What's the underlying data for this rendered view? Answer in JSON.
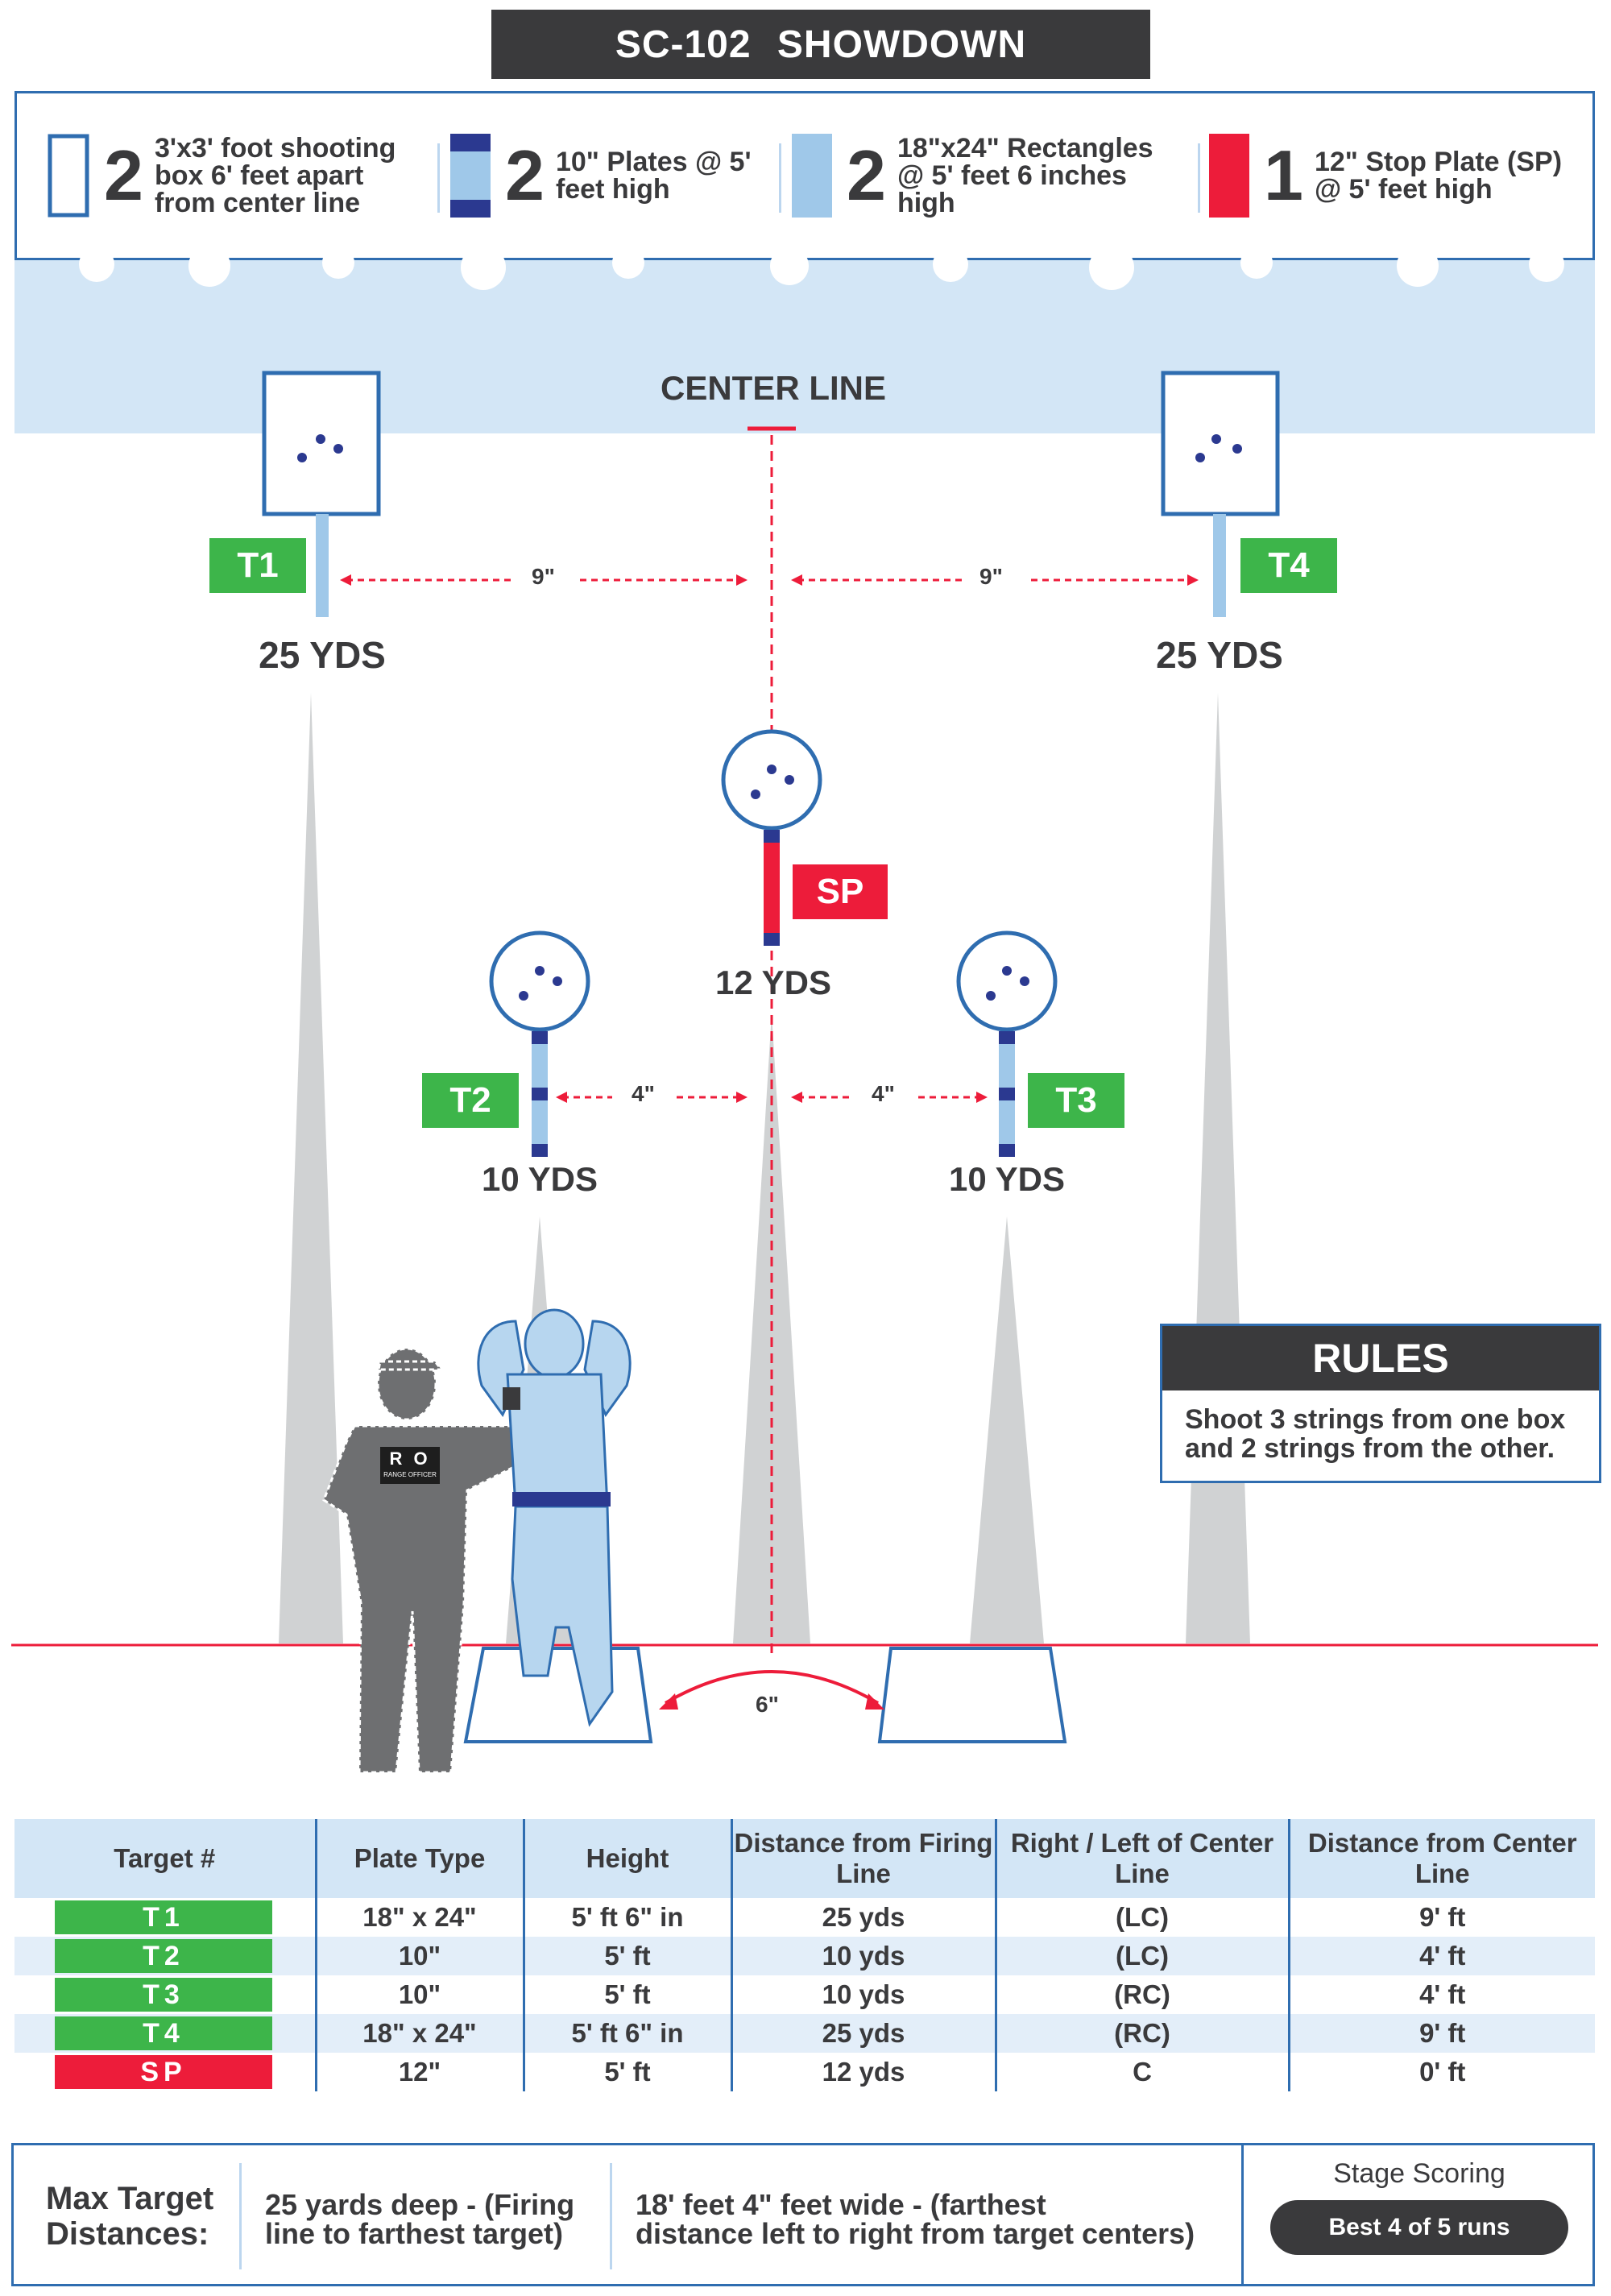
{
  "title": "SC-102  SHOWDOWN",
  "legend": [
    {
      "count": "2",
      "line1": "3'x3' foot shooting",
      "line2": "box 6' feet apart",
      "line3": "from center line"
    },
    {
      "count": "2",
      "line1": "10\" Plates @ 5'",
      "line2": "feet high",
      "line3": ""
    },
    {
      "count": "2",
      "line1": "18\"x24\" Rectangles",
      "line2": "@ 5' feet 6 inches",
      "line3": "high"
    },
    {
      "count": "1",
      "line1": "12\" Stop Plate (SP)",
      "line2": "@ 5' feet high",
      "line3": ""
    }
  ],
  "stage": {
    "center_line": "CENTER LINE",
    "targets": {
      "t1": {
        "tag": "T1",
        "distance": "25 YDS"
      },
      "t2": {
        "tag": "T2",
        "distance": "10 YDS"
      },
      "t3": {
        "tag": "T3",
        "distance": "10 YDS"
      },
      "t4": {
        "tag": "T4",
        "distance": "25 YDS"
      },
      "sp": {
        "tag": "SP",
        "distance": "12 YDS"
      }
    },
    "spacing_far": "9\"",
    "spacing_near": "4\"",
    "box_spacing": "6\"",
    "ro_badge": "R O",
    "ro_badge_sub": "RANGE OFFICER"
  },
  "rules": {
    "heading": "RULES",
    "text_line1": "Shoot 3 strings from one box",
    "text_line2": "and 2 strings from the other."
  },
  "table": {
    "headers": [
      "Target #",
      "Plate Type",
      "Height",
      "Distance from Firing Line",
      "Right / Left of Center Line",
      "Distance from Center Line"
    ],
    "rows": [
      {
        "target": "T1",
        "plate": "18\" x 24\"",
        "height": "5' ft 6\" in",
        "distance": "25 yds",
        "side": "(LC)",
        "center": "9' ft"
      },
      {
        "target": "T2",
        "plate": "10\"",
        "height": "5' ft",
        "distance": "10 yds",
        "side": "(LC)",
        "center": "4' ft"
      },
      {
        "target": "T3",
        "plate": "10\"",
        "height": "5' ft",
        "distance": "10 yds",
        "side": "(RC)",
        "center": "4' ft"
      },
      {
        "target": "T4",
        "plate": "18\" x 24\"",
        "height": "5' ft 6\" in",
        "distance": "25 yds",
        "side": "(RC)",
        "center": "9' ft"
      },
      {
        "target": "SP",
        "plate": "12\"",
        "height": "5' ft",
        "distance": "12 yds",
        "side": "C",
        "center": "0' ft"
      }
    ]
  },
  "footer": {
    "label_line1": "Max Target",
    "label_line2": "Distances:",
    "depth_line1": "25 yards deep - (Firing",
    "depth_line2": "line to farthest target)",
    "width_line1": "18' feet 4\" feet wide - (farthest",
    "width_line2": "distance left to right from target centers)",
    "scoring_label": "Stage Scoring",
    "scoring_value": "Best 4 of 5 runs"
  },
  "colors": {
    "dark": "#3a3a3c",
    "blue": "#2f6db0",
    "navy": "#2b3990",
    "light_blue": "#9fc8e9",
    "sky": "#d3e6f6",
    "green": "#3db54a",
    "red": "#ed1c3a"
  }
}
